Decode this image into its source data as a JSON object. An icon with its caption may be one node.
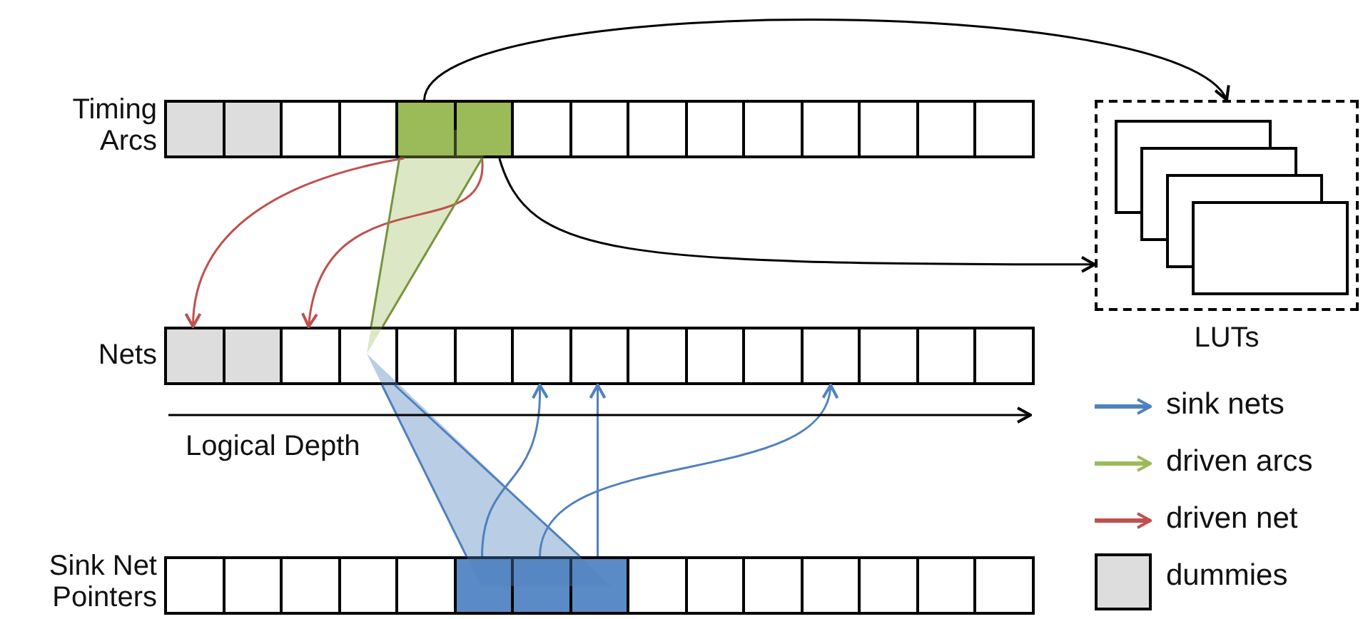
{
  "diagram": {
    "nodes": [
      {
        "text": [
          "Timing Arcs"
        ]
      },
      {
        "text": [],
        "shape": "box",
        "in": 0
      },
      {
        "text": [],
        "shape": "box",
        "in": 0
      },
      {
        "text": [],
        "shape": "box",
        "in": 0
      },
      {
        "text": [],
        "shape": "box",
        "in": 0
      },
      {
        "text": [],
        "shape": "box",
        "in": 0
      },
      {
        "text": [],
        "shape": "box",
        "in": 0
      },
      {
        "text": [],
        "shape": "box",
        "in": 0
      },
      {
        "text": [],
        "shape": "box",
        "in": 0
      },
      {
        "text": [],
        "shape": "box",
        "in": 0
      },
      {
        "text": [],
        "shape": "box",
        "in": 0
      },
      {
        "text": [],
        "shape": "box",
        "in": 0
      },
      {
        "text": [],
        "shape": "box",
        "in": 0
      },
      {
        "text": [],
        "shape": "box",
        "in": 0
      },
      {
        "text": [],
        "shape": "box",
        "in": 0
      },
      {
        "text": [],
        "shape": "box",
        "in": 0
      },
      {
        "text": [
          "Nets"
        ]
      },
      {
        "text": [],
        "shape": "box",
        "in": 16
      },
      {
        "text": [],
        "shape": "box",
        "in": 16
      },
      {
        "text": [],
        "shape": "box",
        "in": 16
      },
      {
        "text": [],
        "shape": "box",
        "in": 16
      },
      {
        "text": [],
        "shape": "box",
        "in": 16
      },
      {
        "text": [],
        "shape": "box",
        "in": 16
      },
      {
        "text": [],
        "shape": "box",
        "in": 16
      },
      {
        "text": [],
        "shape": "box",
        "in": 16
      },
      {
        "text": [],
        "shape": "box",
        "in": 16
      },
      {
        "text": [],
        "shape": "box",
        "in": 16
      },
      {
        "text": [],
        "shape": "box",
        "in": 16
      },
      {
        "text": [],
        "shape": "box",
        "in": 16
      },
      {
        "text": [],
        "shape": "box",
        "in": 16
      },
      {
        "text": [],
        "shape": "box",
        "in": 16
      },
      {
        "text": [],
        "shape": "box",
        "in": 16
      },
      {
        "text": [
          "Sink Net Pointers"
        ]
      },
      {
        "text": [],
        "shape": "box",
        "in": 32
      },
      {
        "text": [],
        "shape": "box",
        "in": 32
      },
      {
        "text": [],
        "shape": "box",
        "in": 32
      },
      {
        "text": [],
        "shape": "box",
        "in": 32
      },
      {
        "text": [],
        "shape": "box",
        "in": 32
      },
      {
        "text": [],
        "shape": "box",
        "in": 32
      },
      {
        "text": [],
        "shape": "box",
        "in": 32
      },
      {
        "text": [],
        "shape": "box",
        "in": 32
      },
      {
        "text": [],
        "shape": "box",
        "in": 32
      },
      {
        "text": [],
        "shape": "box",
        "in": 32
      },
      {
        "text": [],
        "shape": "box",
        "in": 32
      },
      {
        "text": [],
        "shape": "box",
        "in": 32
      },
      {
        "text": [],
        "shape": "box",
        "in": 32
      },
      {
        "text": [],
        "shape": "box",
        "in": 32
      },
      {
        "text": [],
        "shape": "box",
        "in": 32
      },
      {
        "text": [
          "LUTs"
        ]
      },
      {
        "text": [],
        "shape": "box",
        "in": 48
      },
      {
        "text": [],
        "shape": "box",
        "in": 48
      },
      {
        "text": [],
        "shape": "box",
        "in": 48
      },
      {
        "text": [],
        "shape": "box",
        "in": 48
      }
    ],
    "edges": [
      {
        "from": 5,
        "to": 48,
        "arrow": "to",
        "color": "#000000"
      },
      {
        "from": 6,
        "to": 48,
        "arrow": "to",
        "color": "#000000"
      },
      {
        "from": 5,
        "to": 17,
        "arrow": "to",
        "color": "#c0504d"
      },
      {
        "from": 6,
        "to": 19,
        "arrow": "to",
        "color": "#c0504d"
      },
      {
        "from": 20,
        "to": 5,
        "arrow": "none",
        "color": "#77933c"
      },
      {
        "from": 20,
        "to": 6,
        "arrow": "none",
        "color": "#77933c"
      },
      {
        "from": 20,
        "to": 38,
        "arrow": "none",
        "color": "#4f81bd"
      },
      {
        "from": 20,
        "to": 40,
        "arrow": "none",
        "color": "#4f81bd"
      },
      {
        "from": 38,
        "to": 23,
        "arrow": "to",
        "color": "#4f81bd"
      },
      {
        "from": 39,
        "to": 28,
        "arrow": "to",
        "color": "#4f81bd"
      },
      {
        "from": 40,
        "to": 24,
        "arrow": "to",
        "color": "#4f81bd"
      }
    ],
    "labels": [
      "Logical Depth"
    ],
    "legend": [
      {
        "text": "sink nets"
      },
      {
        "text": "driven arcs"
      },
      {
        "text": "driven net"
      },
      {
        "text": "dummies",
        "color": "#dddddd"
      }
    ]
  }
}
